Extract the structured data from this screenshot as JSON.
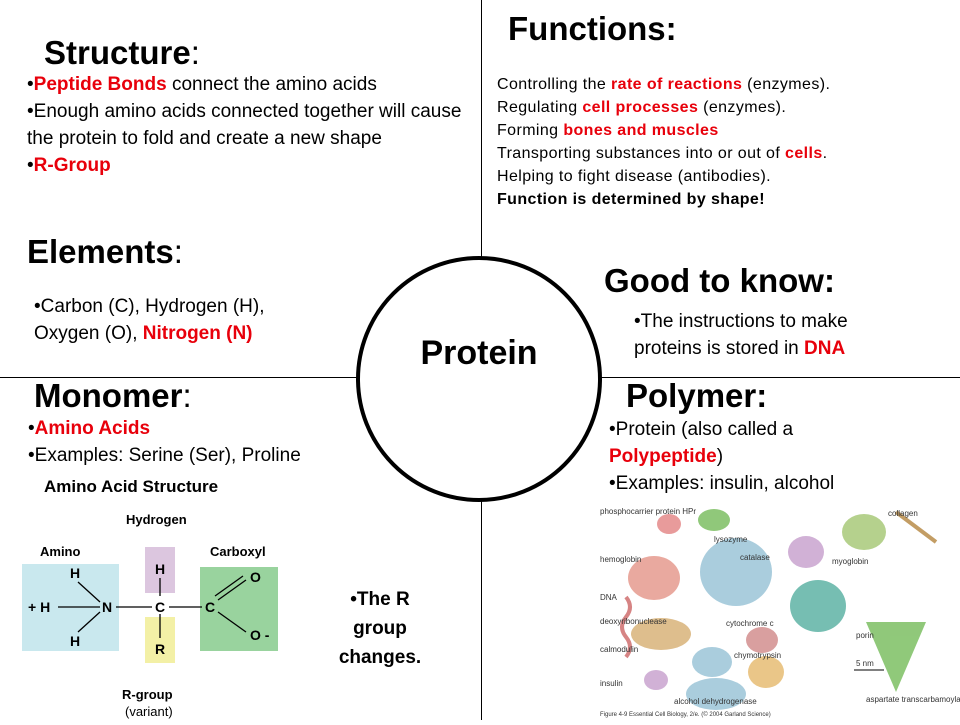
{
  "center": {
    "title": "Protein"
  },
  "structure": {
    "heading": "Structure",
    "colon": ":",
    "items": [
      {
        "red": "Peptide Bonds",
        "rest": " connect the amino acids"
      },
      {
        "text": "Enough amino acids connected together will cause the protein to fold and create a new shape"
      },
      {
        "red": "R-Group"
      }
    ]
  },
  "functions": {
    "heading": "Functions:",
    "lines": [
      {
        "a": "Controlling the ",
        "red": "rate of reactions",
        "b": " (enzymes)."
      },
      {
        "a": "Regulating ",
        "red": "cell processes",
        "b": " (enzymes)."
      },
      {
        "a": "Forming ",
        "red": "bones and muscles",
        "b": ""
      },
      {
        "a": "Transporting substances into or out of ",
        "red": "cells",
        "b": "."
      },
      {
        "a": "Helping to fight disease (antibodies).",
        "red": "",
        "b": ""
      }
    ],
    "emphasis": "Function is determined by shape!"
  },
  "elements": {
    "heading": "Elements",
    "colon": ":",
    "line1": "Carbon (C), Hydrogen (H),",
    "line2a": "Oxygen (O), ",
    "line2red": "Nitrogen (N)"
  },
  "good_to_know": {
    "heading": "Good to know:",
    "line1": "The instructions to make",
    "line2a": "proteins is stored in ",
    "line2red": "DNA"
  },
  "monomer": {
    "heading": "Monomer",
    "colon": ":",
    "item1": "Amino Acids",
    "item2": "Examples: Serine (Ser), Proline"
  },
  "polymer": {
    "heading": "Polymer:",
    "line1": "Protein (also called a",
    "line2red": "Polypeptide",
    "line2b": ")",
    "line3": "Examples: insulin, alcohol"
  },
  "amino_acid_figure": {
    "title": "Amino Acid Structure",
    "hydrogen": "Hydrogen",
    "amino": "Amino",
    "carboxyl": "Carboxyl",
    "r_group": "R-group",
    "variant": "(variant)",
    "atoms": {
      "h": "H",
      "n": "N",
      "c": "C",
      "o": "O",
      "r": "R",
      "plus_h": "+ H",
      "o_minus": "O -"
    },
    "colors": {
      "amino": "#c9e8ee",
      "hydrogen": "#dcc6df",
      "carboxyl": "#99d39e",
      "rgroup": "#f3f0a6"
    }
  },
  "r_note": {
    "line1": "•The R",
    "line2": "group",
    "line3": "changes."
  },
  "protein_figure": {
    "labels": [
      "phosphocarrier protein HPr",
      "lysozyme",
      "collagen",
      "hemoglobin",
      "catalase",
      "myoglobin",
      "DNA",
      "deoxyribonuclease",
      "porin",
      "cytochrome c",
      "calmodulin",
      "chymotrypsin",
      "insulin",
      "alcohol dehydrogenase",
      "aspartate transcarbamoylase",
      "5 nm"
    ],
    "caption": "Figure 4-9 Essential Cell Biology, 2/e. (© 2004 Garland Science)"
  }
}
